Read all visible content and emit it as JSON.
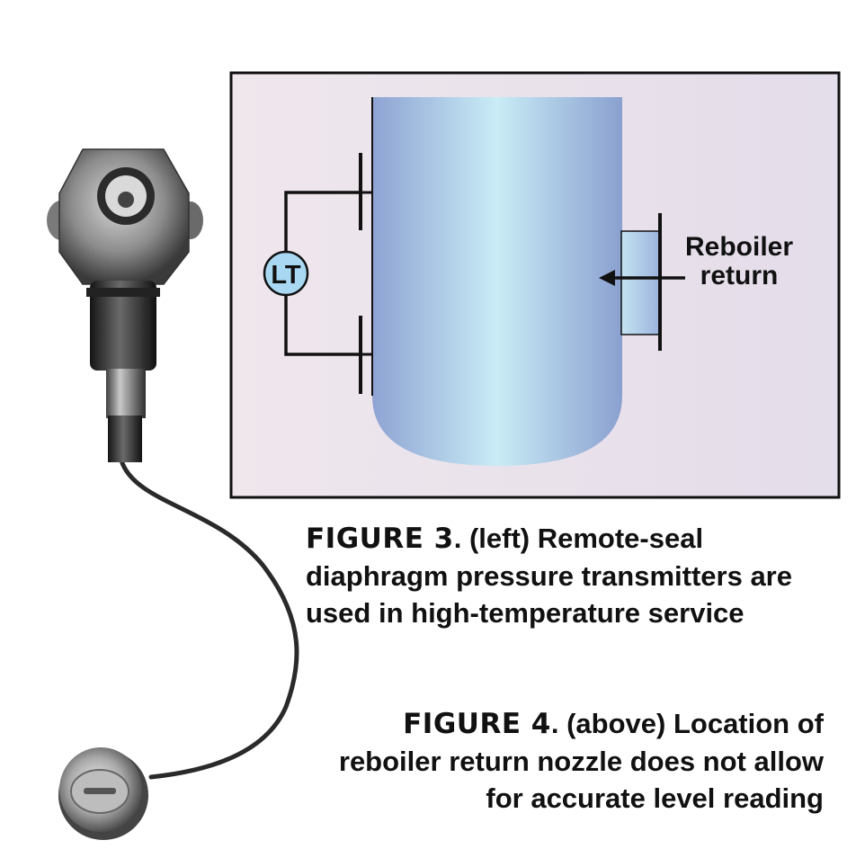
{
  "diagram": {
    "transmitter_tag": "LT",
    "nozzle_label_line1": "Reboiler",
    "nozzle_label_line2": "return"
  },
  "captions": {
    "figure3": {
      "label": "FIGURE 3",
      "text": ". (left) Remote-seal diaphragm pressure transmitters are used in high-temperature service"
    },
    "figure4": {
      "label": "FIGURE 4",
      "text": ". (above) Location of reboiler return nozzle does not allow for accurate level reading"
    }
  },
  "colors": {
    "panel_background": "#ece3ea",
    "vessel_edge": "#8aa0d0",
    "vessel_center": "#c9ecf6",
    "transmitter_bubble": "#a9d8f2",
    "outline": "#111111"
  }
}
